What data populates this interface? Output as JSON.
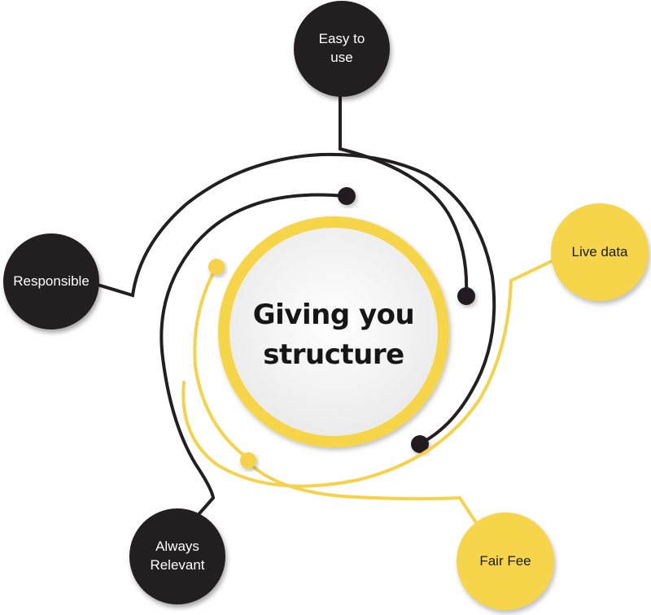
{
  "center": {
    "title": "Giving you structure"
  },
  "nodes": {
    "easy_to_use": "Easy to use",
    "responsible": "Responsible",
    "always_relevant": "Always Relevant",
    "live_data": "Live data",
    "fair_fee": "Fair Fee"
  },
  "colors": {
    "dark": "#221f20",
    "yellow": "#f7d54a",
    "yellow_line": "#f5d24a",
    "center_fill": "#f2f2f2"
  }
}
